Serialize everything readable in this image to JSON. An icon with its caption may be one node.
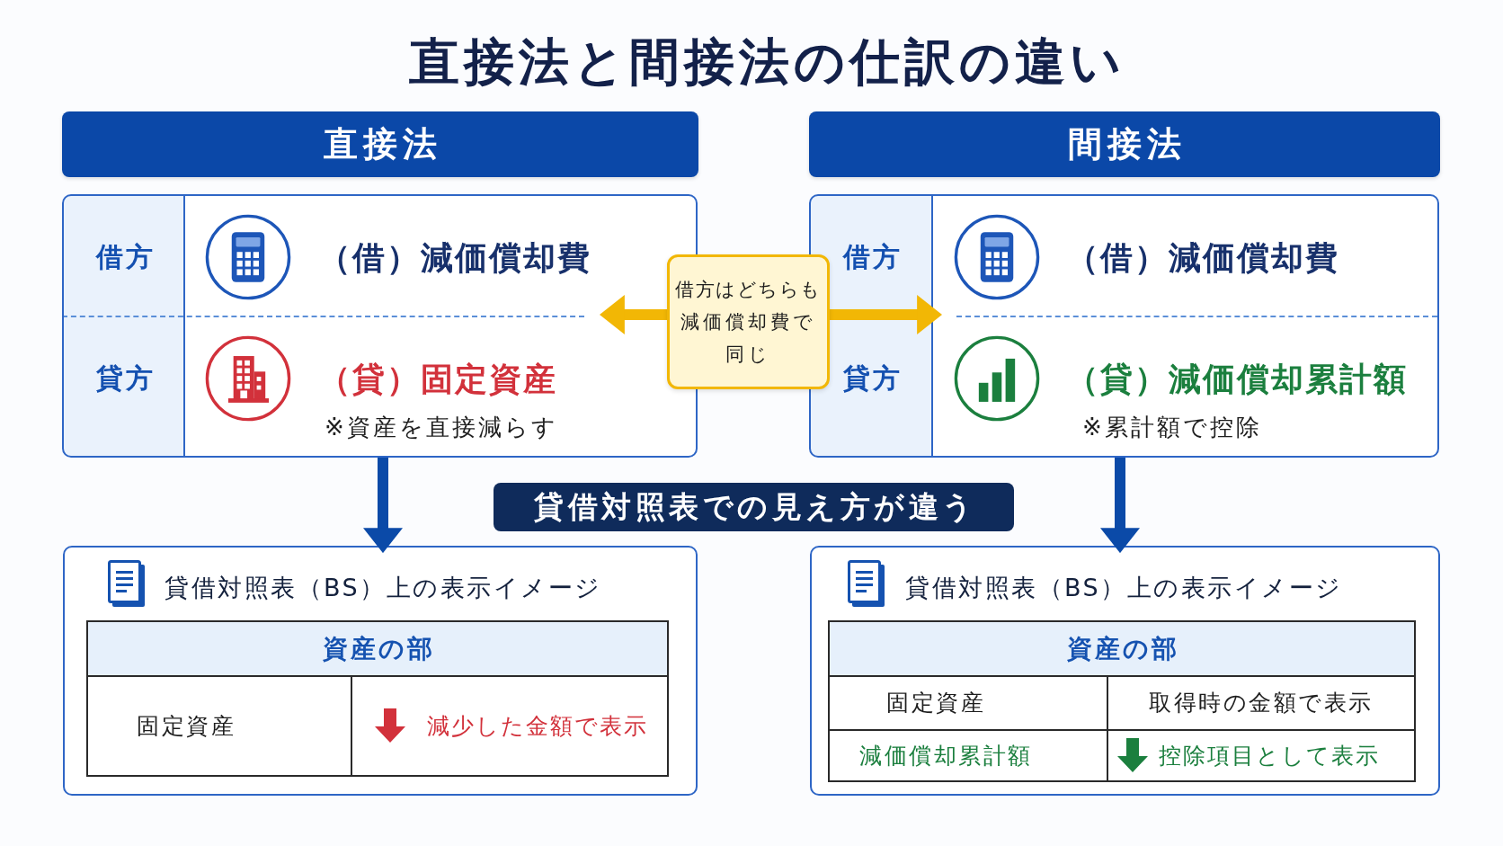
{
  "diagram": {
    "title": "直接法と間接法の仕訳の違い",
    "nodes": [
      {
        "text": [
          "直接法"
        ]
      },
      {
        "text": [
          "間接法"
        ]
      },
      {
        "text": [],
        "shape": "box"
      },
      {
        "text": [
          "借方"
        ],
        "in": 2
      },
      {
        "text": [
          "（借）減価償却費"
        ],
        "in": 2
      },
      {
        "text": [
          "貸方"
        ],
        "in": 2
      },
      {
        "text": [
          "（貸）固定資産",
          "※資産を直接減らす"
        ],
        "in": 2
      },
      {
        "text": [
          "借方はどちらも減価償却費で同じ"
        ]
      },
      {
        "text": [],
        "shape": "box"
      },
      {
        "text": [
          "借方"
        ],
        "in": 8
      },
      {
        "text": [
          "（借）減価償却費"
        ],
        "in": 8
      },
      {
        "text": [
          "貸方"
        ],
        "in": 8
      },
      {
        "text": [
          "（貸）減価償却累計額",
          "※累計額で控除"
        ],
        "in": 8
      },
      {
        "text": [
          "貸借対照表での見え方が違う"
        ]
      },
      {
        "text": [
          "貸借対照表（BS）上の表示イメージ"
        ]
      },
      {
        "text": [
          "資産の部"
        ],
        "in": 14
      },
      {
        "text": [
          "固定資産"
        ],
        "in": 14
      },
      {
        "text": [
          "減少した金額で表示"
        ],
        "in": 14
      },
      {
        "text": [
          "貸借対照表（BS）上の表示イメージ"
        ]
      },
      {
        "text": [
          "資産の部"
        ],
        "in": 18
      },
      {
        "text": [
          "固定資産"
        ],
        "in": 18
      },
      {
        "text": [
          "取得時の金額で表示"
        ],
        "in": 18
      },
      {
        "text": [
          "減価償却累計額"
        ],
        "in": 18
      },
      {
        "text": [
          "控除項目として表示"
        ],
        "in": 18
      }
    ],
    "edges": [
      {
        "from": 7,
        "to": 4,
        "arrow": "to",
        "color": "#f2b705"
      },
      {
        "from": 7,
        "to": 10,
        "arrow": "to",
        "color": "#f2b705"
      },
      {
        "from": 2,
        "to": 14,
        "arrow": "to",
        "color": "#0b4aa8"
      },
      {
        "from": 8,
        "to": 18,
        "arrow": "to",
        "color": "#0b4aa8"
      }
    ]
  }
}
